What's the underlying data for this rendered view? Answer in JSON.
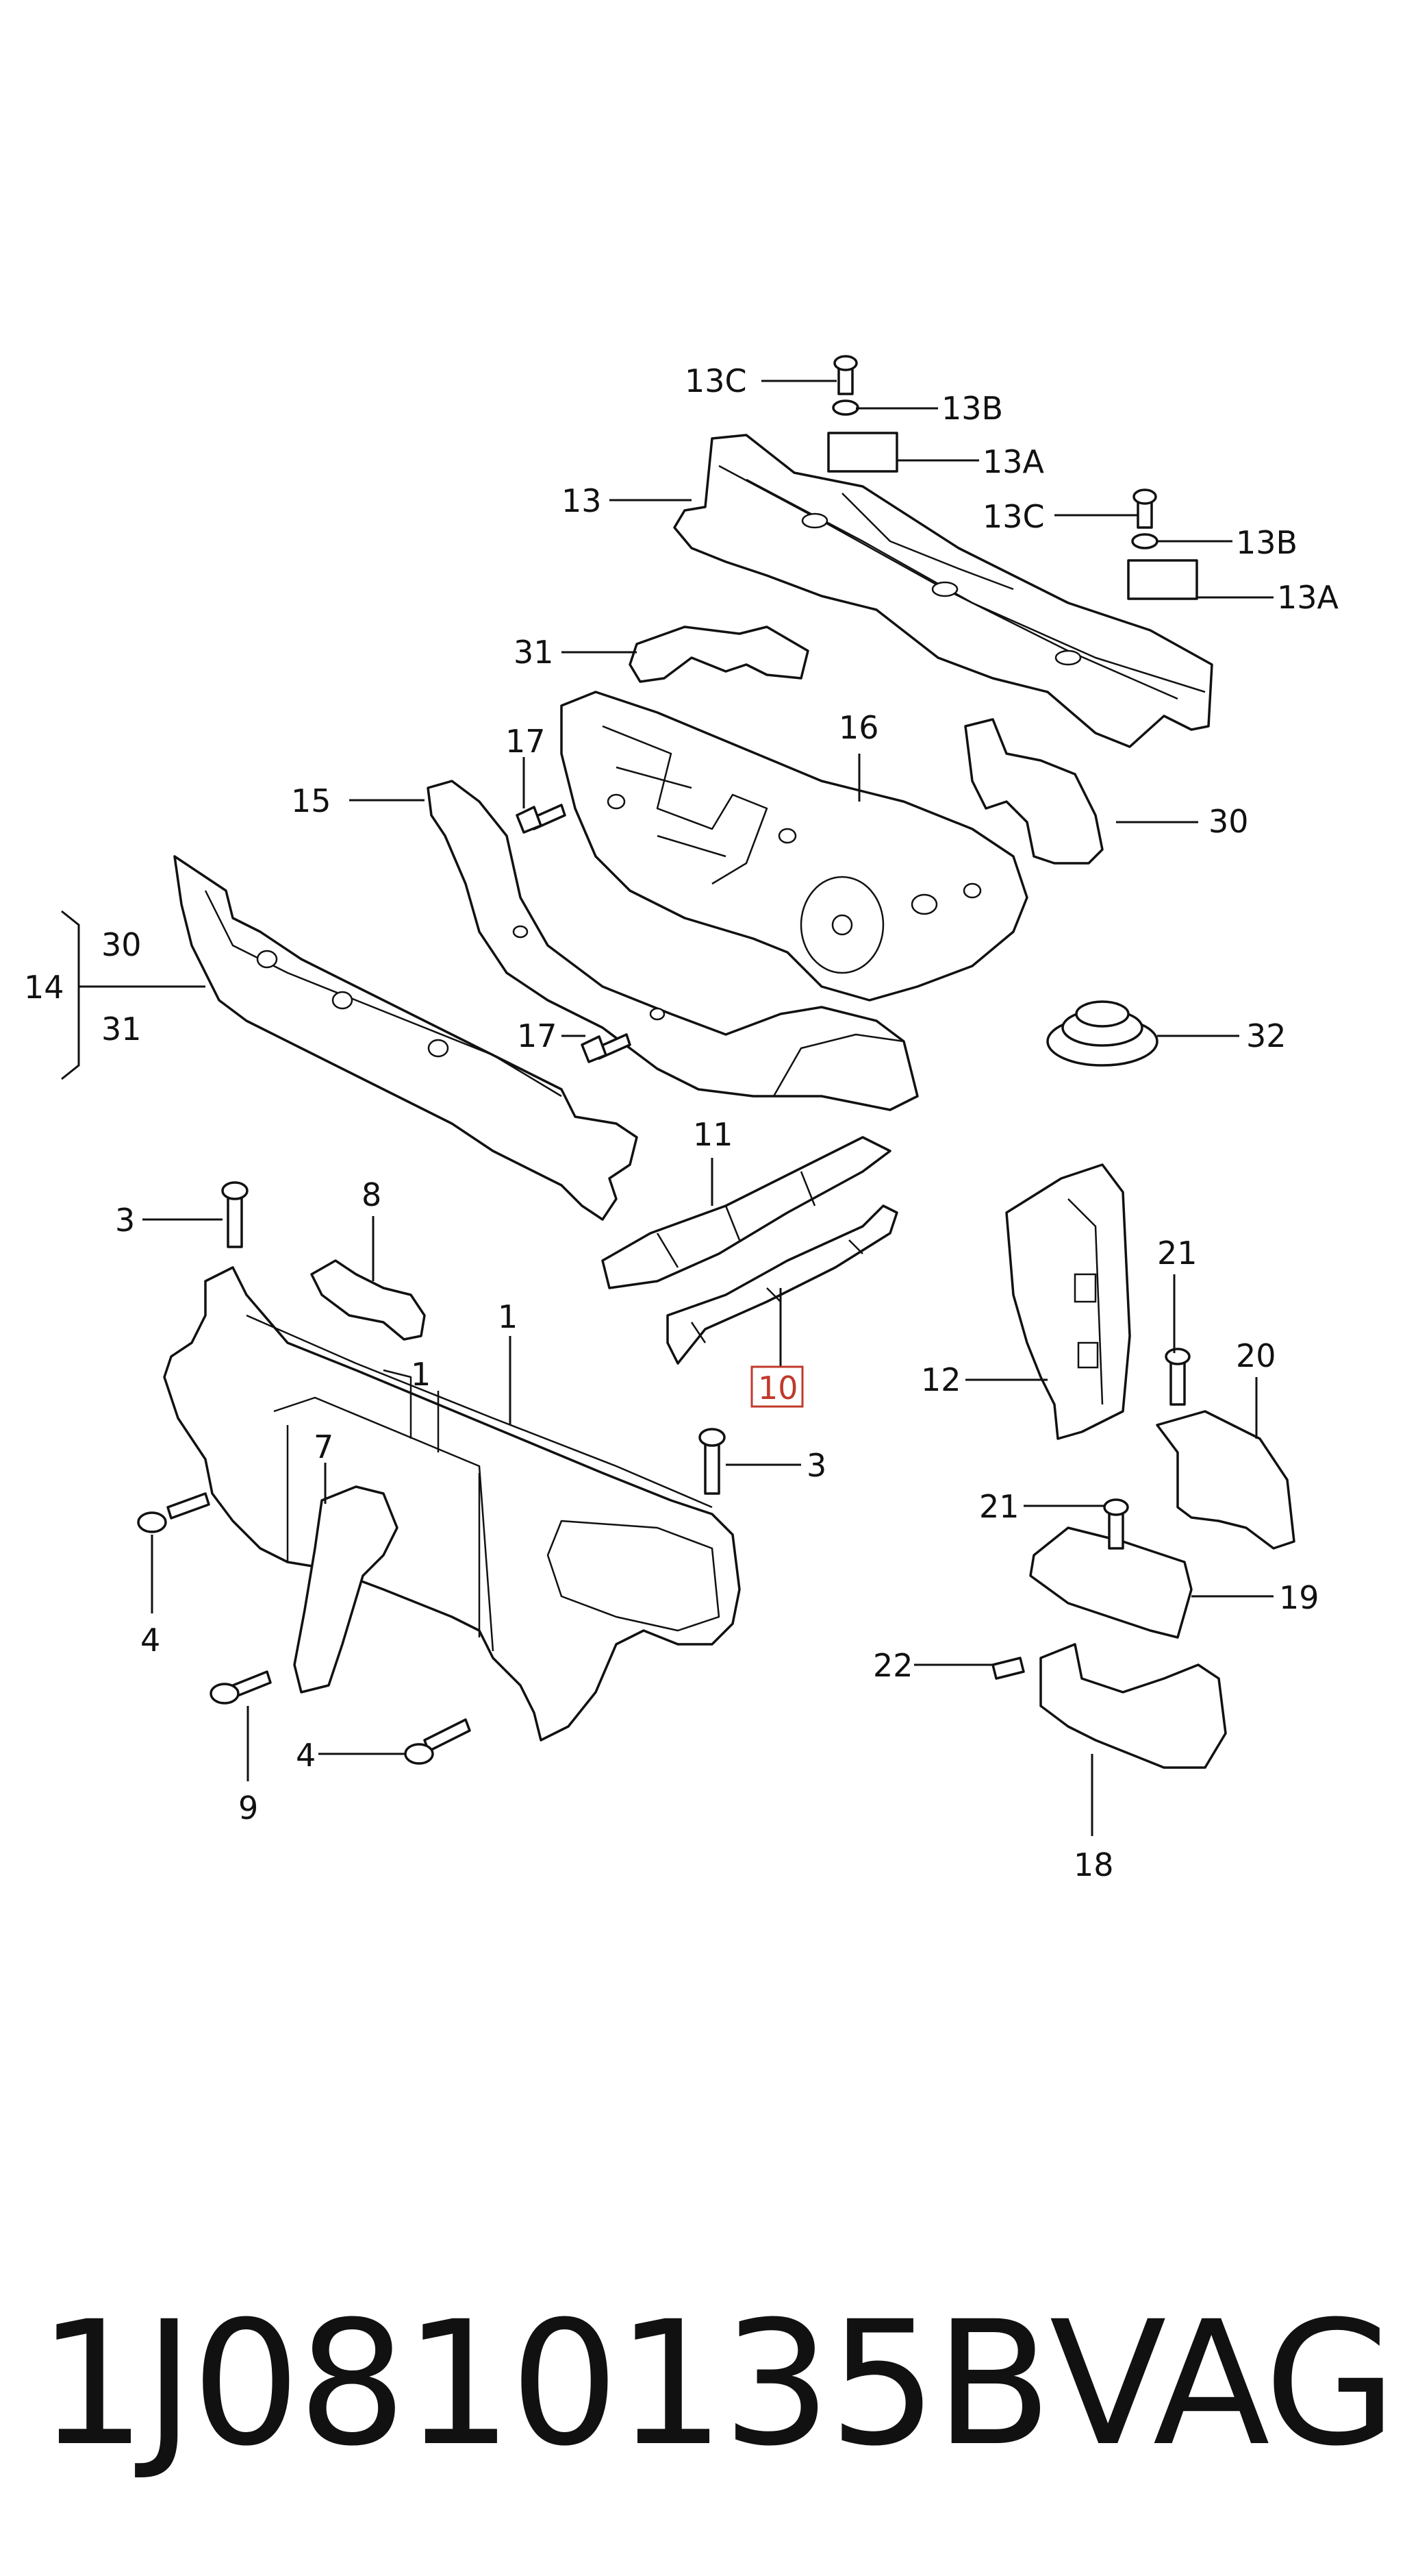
{
  "callouts": {
    "c13c_a": "13C",
    "c13b_a": "13B",
    "c13a_a": "13A",
    "c13": "13",
    "c13c_b": "13C",
    "c13b_b": "13B",
    "c13a_b": "13A",
    "c31_top": "31",
    "c16": "16",
    "c17_a": "17",
    "c15": "15",
    "c30_right": "30",
    "c14": "14",
    "c30_left": "30",
    "c31_left": "31",
    "c17_b": "17",
    "c32": "32",
    "c11": "11",
    "c3_a": "3",
    "c8": "8",
    "c1_a": "1",
    "c1_b": "1",
    "c10": "10",
    "c21_a": "21",
    "c12": "12",
    "c20": "20",
    "c7": "7",
    "c3_b": "3",
    "c4_a": "4",
    "c21_b": "21",
    "c19": "19",
    "c22": "22",
    "c9": "9",
    "c4_b": "4",
    "c18": "18"
  },
  "highlight": {
    "callout": "10",
    "color": "#c0392b"
  },
  "footer": {
    "part_number": "1J0810135B",
    "brand": "VAG"
  }
}
